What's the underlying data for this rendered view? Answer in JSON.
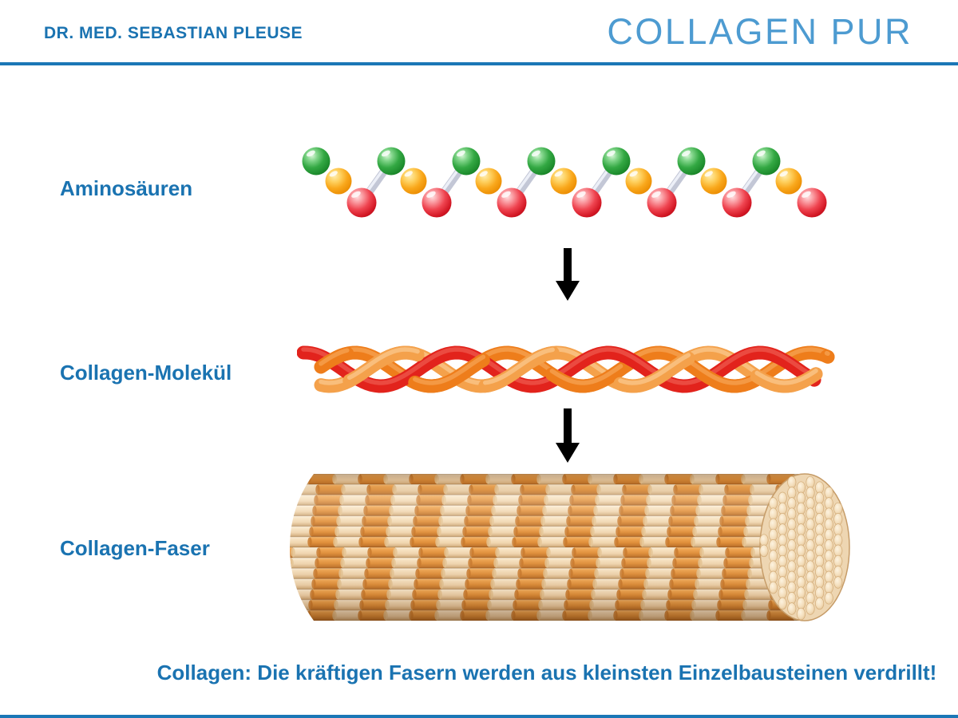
{
  "header": {
    "doctor_name": "DR. MED. SEBASTIAN PLEUSE",
    "brand": "COLLAGEN PUR"
  },
  "labels": {
    "row1": "Aminosäuren",
    "row2": "Collagen-Molekül",
    "row3": "Collagen-Faser"
  },
  "caption": "Collagen: Die kräftigen Fasern werden aus kleinsten Einzelbausteinen verdrillt!",
  "colors": {
    "heading_blue": "#1a73b1",
    "brand_blue": "#4d9bd1",
    "rule_blue": "#1b77b6",
    "ball_green": "#2f9e3d",
    "ball_orange": "#f8a416",
    "ball_red": "#e5303a",
    "rod_silver": "#c3c7d6",
    "strand_red": "#e2231c",
    "strand_orange": "#ee7d1b",
    "strand_light": "#f4a14b",
    "fiber_orange": "#e0903c",
    "fiber_cream": "#f5dfbf",
    "arrow_black": "#000000"
  },
  "figure": {
    "amino_units": 7,
    "braid_period": 190,
    "braid_amplitude": 21,
    "fiber_rows": 14,
    "fiber_band_width": 32
  }
}
